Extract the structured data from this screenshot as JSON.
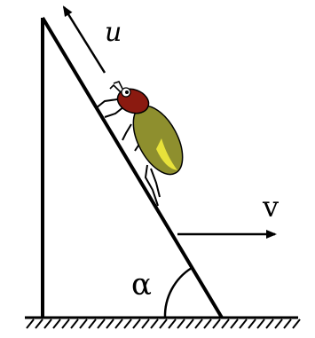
{
  "labels": {
    "u": "u",
    "v": "v",
    "alpha": "α"
  },
  "colors": {
    "ink": "#000000",
    "beetle_head": "#8b1a10",
    "beetle_wing": "#8e8f2e",
    "beetle_wing_light": "#e8e23a",
    "background": "#ffffff"
  },
  "icons": {
    "beetle": "beetle-icon"
  }
}
